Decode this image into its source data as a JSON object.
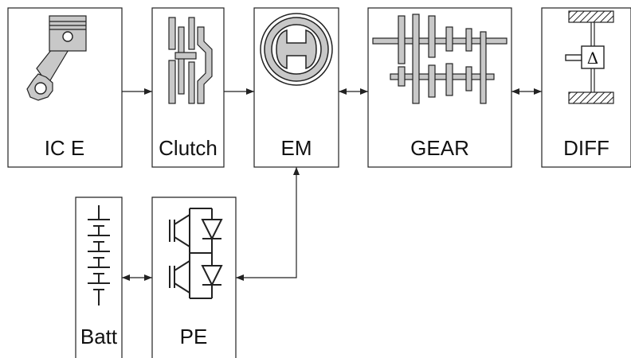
{
  "blocks": {
    "ice": "IC E",
    "clutch": "Clutch",
    "em": "EM",
    "gear": "GEAR",
    "diff": "DIFF",
    "batt": "Batt",
    "pe": "PE"
  },
  "symbols": {
    "differential": "Δ"
  },
  "icons": {
    "ice": "engine-piston-icon",
    "clutch": "clutch-icon",
    "em": "electric-motor-icon",
    "gear": "gearbox-icon",
    "diff": "differential-icon",
    "batt": "battery-icon",
    "pe": "igbt-inverter-icon"
  },
  "colors": {
    "line": "#222222",
    "part_fill": "#c8c8c8",
    "background": "#ffffff"
  }
}
